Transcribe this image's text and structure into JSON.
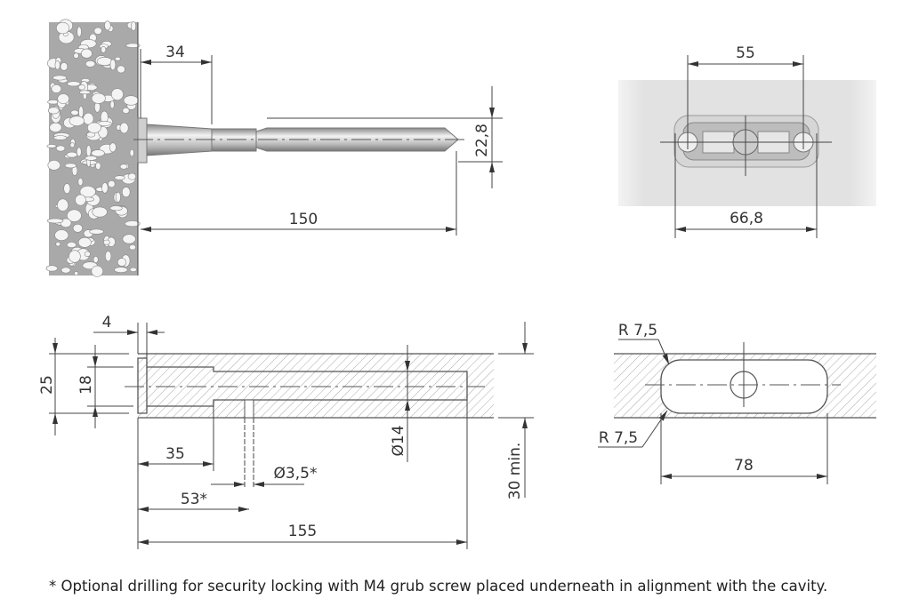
{
  "top_left_view": {
    "dim_depth": "34",
    "dim_diameter": "22,8",
    "dim_length": "150"
  },
  "top_right_view": {
    "dim_hole_spacing": "55",
    "dim_plate_width": "66,8"
  },
  "bottom_left_section": {
    "dim_flange": "4",
    "dim_outer": "25",
    "dim_inner": "18",
    "dim_counterbore": "35",
    "dim_drill_diameter": "Ø3,5*",
    "dim_drill_position": "53*",
    "dim_total_depth": "155",
    "dim_bore": "Ø14",
    "dim_min_thickness": "30 min."
  },
  "bottom_right_section": {
    "radius_top": "R 7,5",
    "radius_bottom": "R 7,5",
    "dim_slot_length": "78"
  },
  "footnote": "* Optional drilling for security locking with M4 grub screw placed underneath in alignment with the cavity."
}
